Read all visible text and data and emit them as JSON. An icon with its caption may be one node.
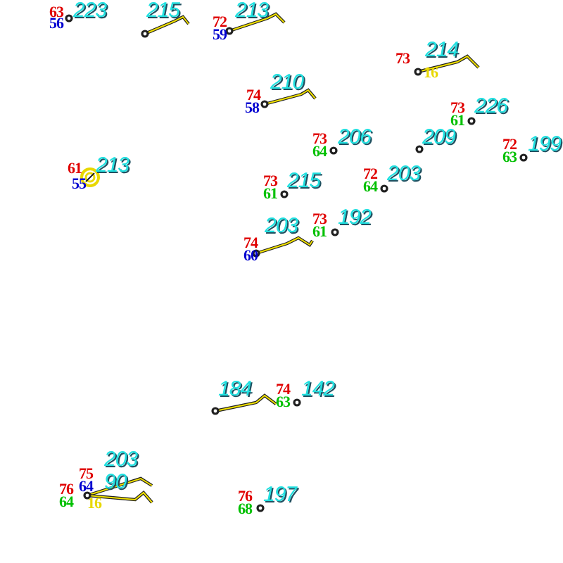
{
  "diagram": {
    "labels": [
      "63",
      "223",
      "56",
      "215",
      "72",
      "213",
      "59",
      "73",
      "214",
      "16",
      "74",
      "210",
      "58",
      "73",
      "226",
      "61",
      "73",
      "206",
      "64",
      "209",
      "72",
      "199",
      "63",
      "61",
      "213",
      "55",
      "73",
      "72",
      "215",
      "203",
      "61",
      "64",
      "73",
      "192",
      "61",
      "203",
      "74",
      "60",
      "184",
      "74",
      "142",
      "63",
      "203",
      "75",
      "76",
      "64",
      "90",
      "64",
      "16",
      "76",
      "197",
      "68"
    ]
  }
}
